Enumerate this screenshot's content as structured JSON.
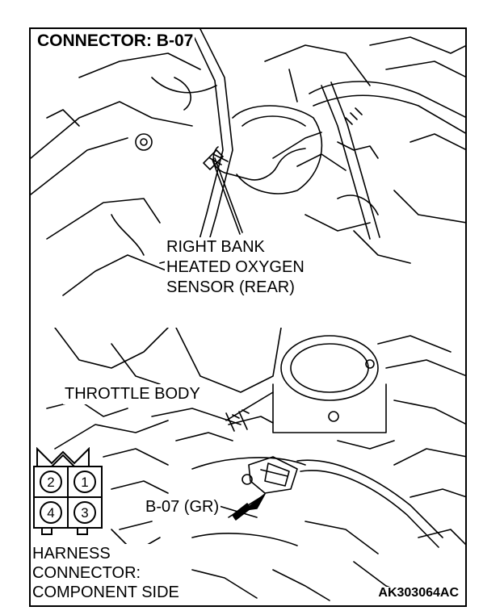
{
  "title": "CONNECTOR: B-07",
  "upper_view": {
    "callout_lines": [
      "RIGHT BANK",
      "HEATED OXYGEN",
      "SENSOR (REAR)"
    ]
  },
  "lower_view": {
    "throttle_label": "THROTTLE BODY",
    "connector_label": "B-07 (GR)"
  },
  "connector_diagram": {
    "pins": [
      "2",
      "1",
      "4",
      "3"
    ],
    "caption_lines": [
      "HARNESS",
      "CONNECTOR:",
      "COMPONENT SIDE"
    ]
  },
  "figure_code": "AK303064AC",
  "colors": {
    "ink": "#000000",
    "paper": "#ffffff"
  }
}
